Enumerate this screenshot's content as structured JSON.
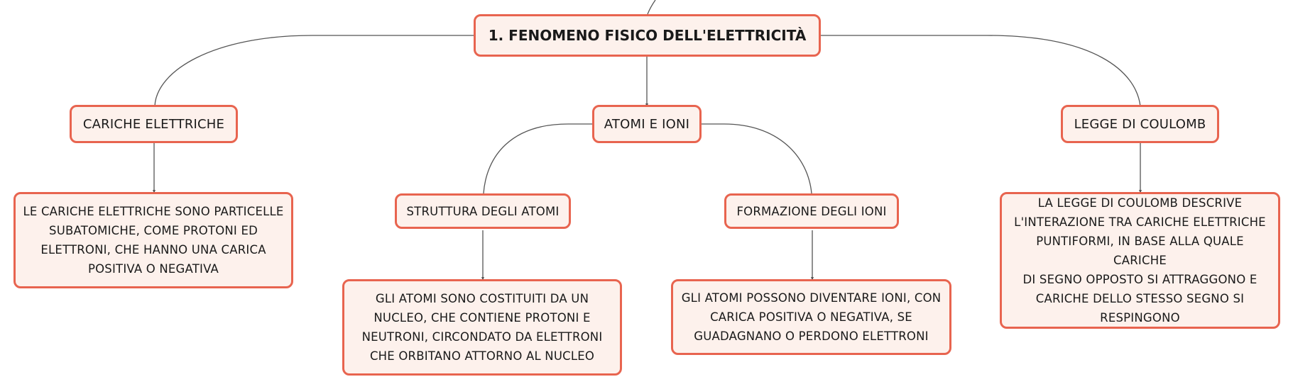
{
  "root": {
    "label": "1. FENOMENO FISICO DELL'ELETTRICITÀ"
  },
  "topics": [
    {
      "label": "CARICHE ELETTRICHE"
    },
    {
      "label": "ATOMI E IONI"
    },
    {
      "label": "LEGGE DI COULOMB"
    }
  ],
  "subtopics": [
    {
      "label": "STRUTTURA DEGLI ATOMI"
    },
    {
      "label": "FORMAZIONE DEGLI IONI"
    }
  ],
  "leaves": [
    {
      "lines": [
        "LE CARICHE ELETTRICHE SONO PARTICELLE",
        "SUBATOMICHE, COME PROTONI ED",
        "ELETTRONI, CHE HANNO UNA CARICA",
        "POSITIVA O NEGATIVA"
      ]
    },
    {
      "lines": [
        "GLI ATOMI SONO COSTITUITI DA UN",
        "NUCLEO, CHE CONTIENE PROTONI E",
        "NEUTRONI, CIRCONDATO DA ELETTRONI",
        "CHE ORBITANO ATTORNO AL NUCLEO"
      ]
    },
    {
      "lines": [
        "GLI ATOMI POSSONO DIVENTARE IONI, CON",
        "CARICA POSITIVA O NEGATIVA, SE",
        "GUADAGNANO O PERDONO ELETTRONI"
      ]
    },
    {
      "lines": [
        "LA LEGGE DI COULOMB DESCRIVE",
        "L'INTERAZIONE TRA CARICHE ELETTRICHE",
        "PUNTIFORMI, IN BASE ALLA QUALE CARICHE",
        "DI SEGNO OPPOSTO SI ATTRAGGONO E",
        "CARICHE DELLO STESSO SEGNO SI",
        "RESPINGONO"
      ]
    }
  ],
  "colors": {
    "border": "#e8644f",
    "fill": "#fdf1ec",
    "line": "#555555"
  }
}
